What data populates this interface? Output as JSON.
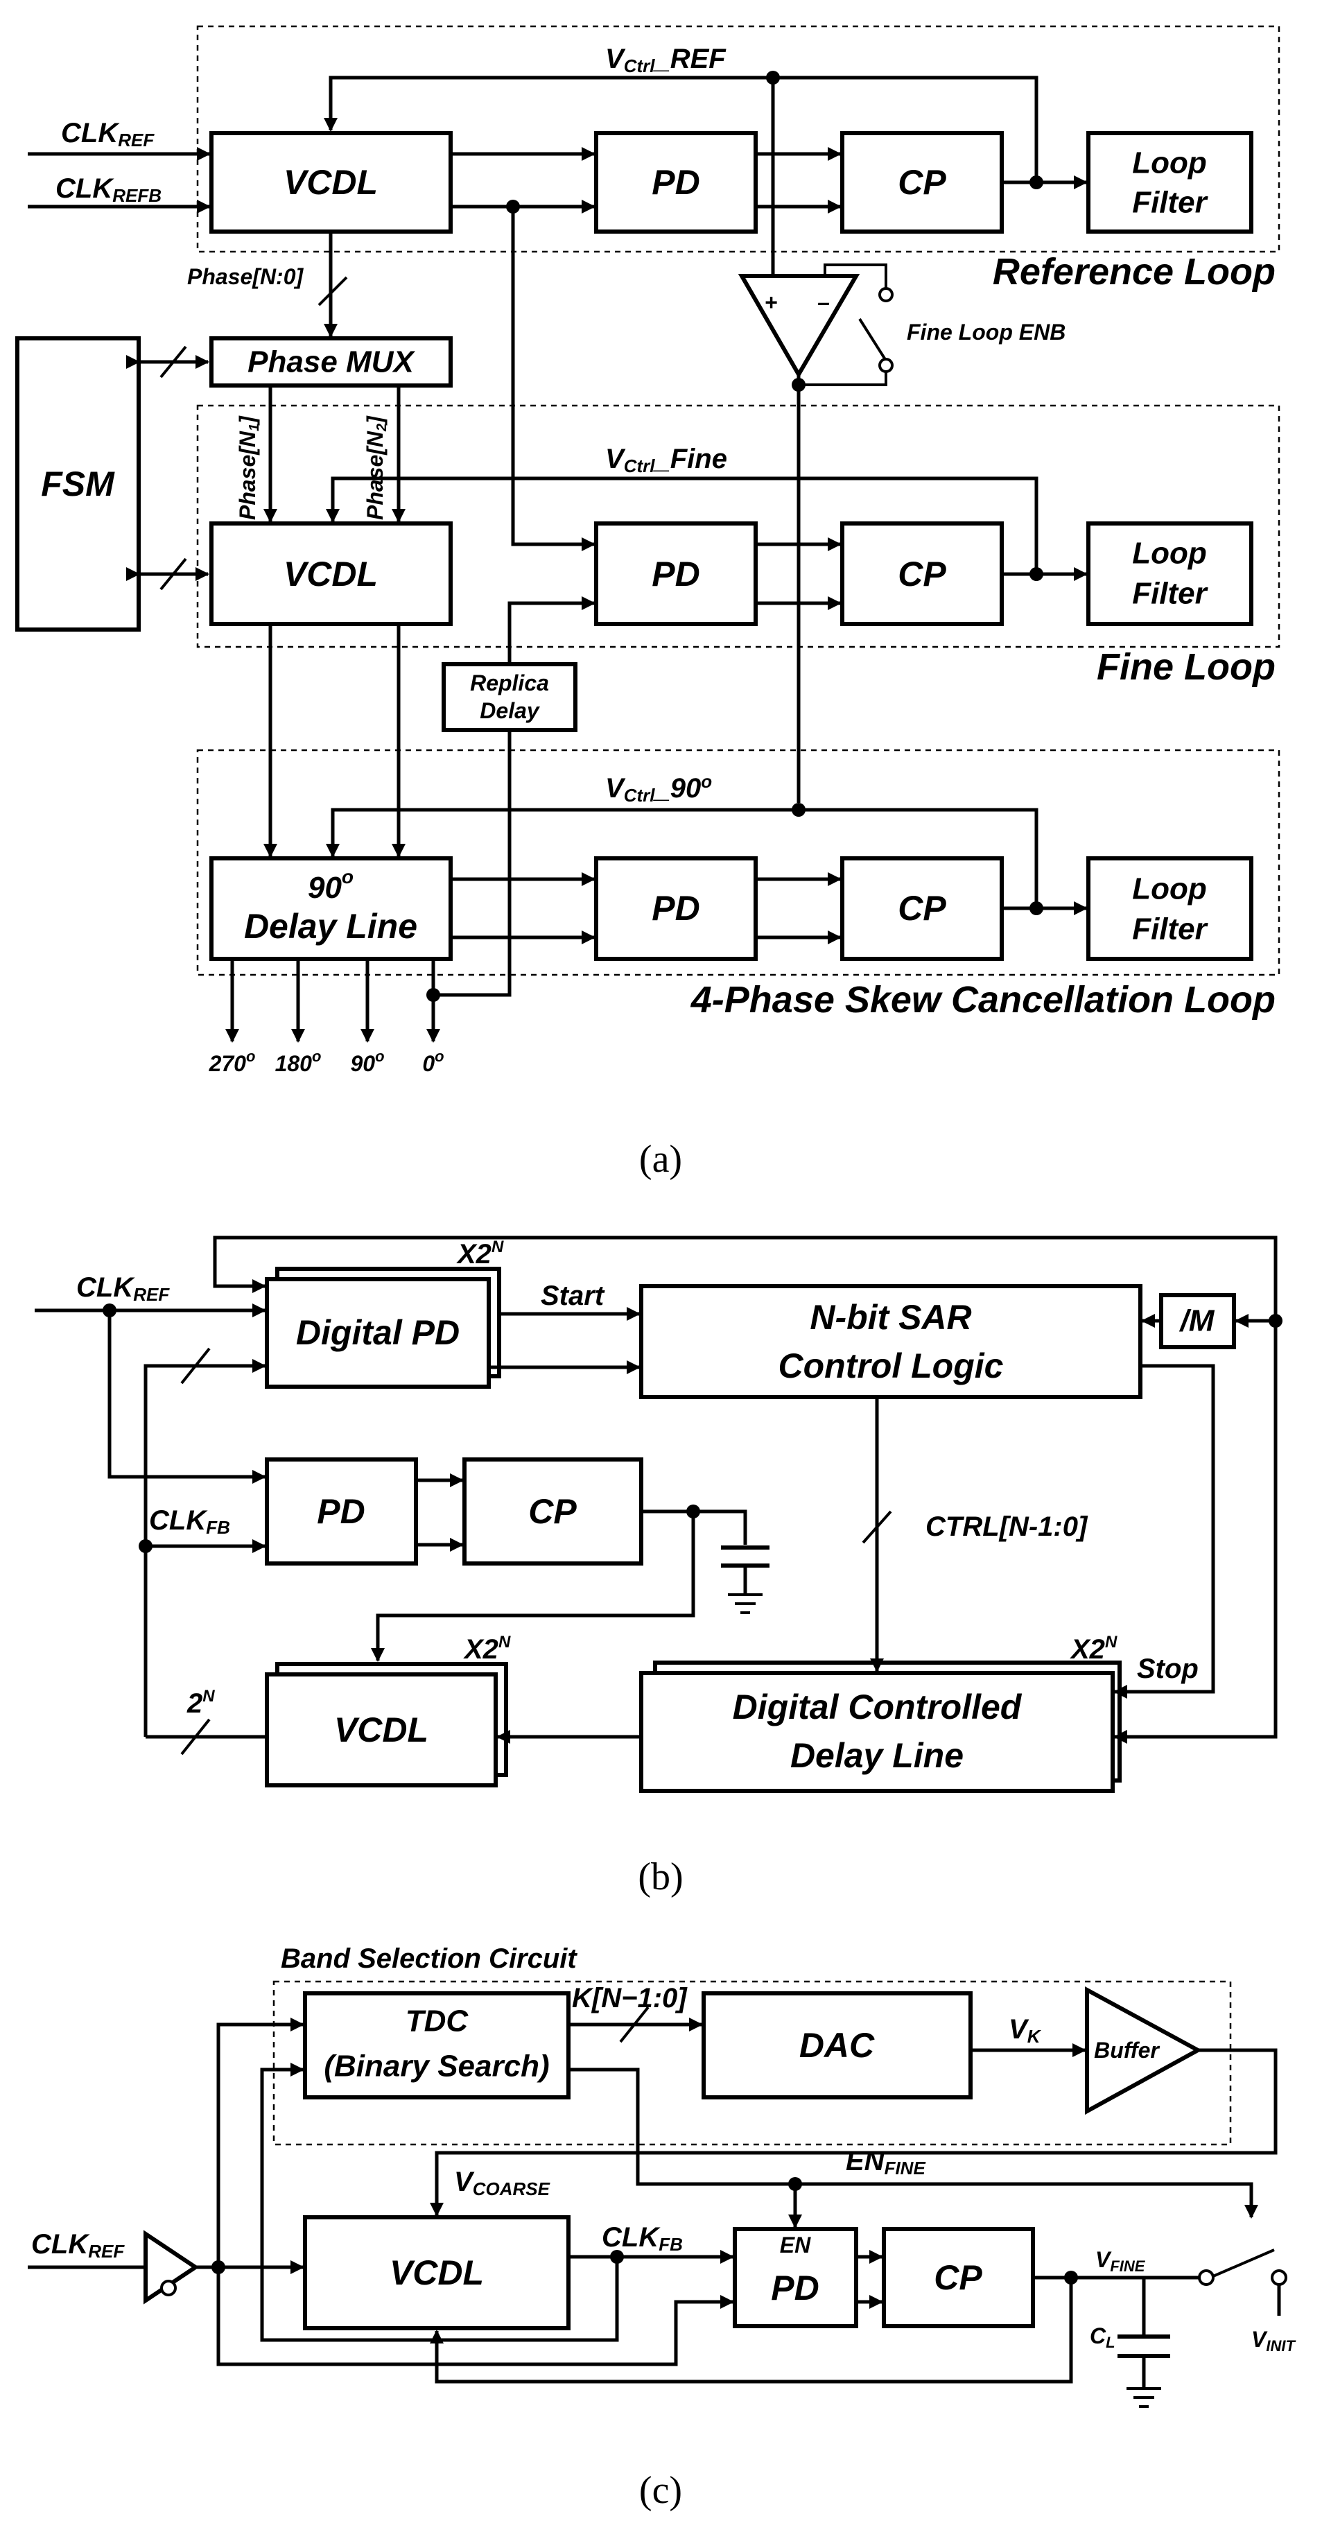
{
  "panel_a": {
    "caption": "(a)",
    "ref_loop": {
      "title": "Reference Loop",
      "vctrl_main": "V",
      "vctrl_sub": "Ctrl",
      "vctrl_tail": "_REF"
    },
    "fine_loop": {
      "title": "Fine Loop",
      "vctrl_main": "V",
      "vctrl_sub": "Ctrl",
      "vctrl_tail": "_Fine"
    },
    "skew_loop": {
      "title": "4-Phase Skew Cancellation Loop",
      "vctrl_main": "V",
      "vctrl_sub": "Ctrl",
      "vctrl_tail": "_90",
      "vctrl_sup": "o"
    },
    "blocks": {
      "vcdl": "VCDL",
      "pd": "PD",
      "cp": "CP",
      "loop_filter_1": "Loop",
      "loop_filter_2": "Filter",
      "phase_mux": "Phase MUX",
      "fsm": "FSM",
      "replica_1": "Replica",
      "replica_2": "Delay",
      "delay_line_1": "90",
      "delay_line_1_sup": "o",
      "delay_line_2": "Delay Line"
    },
    "inputs": {
      "clk_ref_main": "CLK",
      "clk_ref_sub": "REF",
      "clk_refb_main": "CLK",
      "clk_refb_sub": "REFB"
    },
    "phase_bus": "Phase[N:0]",
    "phase_n1_main": "Phase[N",
    "phase_n1_sub": "1",
    "phase_n1_tail": "]",
    "phase_n2_main": "Phase[N",
    "phase_n2_sub": "2",
    "phase_n2_tail": "]",
    "amp_plus": "+",
    "amp_minus": "–",
    "switch_label": "Fine Loop ENB",
    "outputs": [
      "270",
      "180",
      "90",
      "0"
    ],
    "deg": "o"
  },
  "panel_b": {
    "caption": "(b)",
    "blocks": {
      "digital_pd": "Digital PD",
      "sar_1": "N-bit SAR",
      "sar_2": "Control Logic",
      "pd": "PD",
      "cp": "CP",
      "vcdl": "VCDL",
      "div": "/M",
      "dcdl_1": "Digital Controlled",
      "dcdl_2": "Delay Line"
    },
    "clk_ref_main": "CLK",
    "clk_ref_sub": "REF",
    "clk_fb_main": "CLK",
    "clk_fb_sub": "FB",
    "start": "Start",
    "stop": "Stop",
    "ctrl_bus": "CTRL[N-1:0]",
    "mult_main": "X2",
    "mult_sup": "N",
    "bus_2n_main": "2",
    "bus_2n_sup": "N"
  },
  "panel_c": {
    "caption": "(c)",
    "band_title": "Band Selection Circuit",
    "blocks": {
      "tdc_1": "TDC",
      "tdc_2": "(Binary Search)",
      "dac": "DAC",
      "buffer": "Buffer",
      "vcdl": "VCDL",
      "pd": "PD",
      "pd_en": "EN",
      "cp": "CP"
    },
    "k_bus": "K[N−1:0]",
    "vk_main": "V",
    "vk_sub": "K",
    "vcoarse_main": "V",
    "vcoarse_sub": "COARSE",
    "en_fine_main": "EN",
    "en_fine_sub": "FINE",
    "clk_ref_main": "CLK",
    "clk_ref_sub": "REF",
    "clk_fb_main": "CLK",
    "clk_fb_sub": "FB",
    "vfine_main": "V",
    "vfine_sub": "FINE",
    "cl_main": "C",
    "cl_sub": "L",
    "vinit_main": "V",
    "vinit_sub": "INIT"
  }
}
